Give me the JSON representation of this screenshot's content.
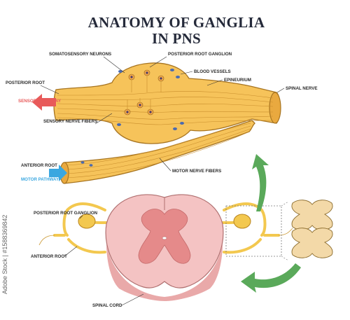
{
  "title": {
    "line1": "ANATOMY OF GANGLIA",
    "line2": "IN PNS"
  },
  "labels": {
    "somatosensory_neurons": "SOMATOSENSORY NEURONS",
    "posterior_root_ganglion_top": "POSTERIOR ROOT GANGLION",
    "blood_vessels": "BLOOD VESSELS",
    "epineurium": "EPINEURIUM",
    "spinal_nerve": "SPINAL NERVE",
    "posterior_root_top": "POSTERIOR ROOT",
    "sensory_pathway": "SENSORY PATHWAY",
    "sensory_nerve_fibers": "SENSORY NERVE FIBERS",
    "anterior_root_top": "ANTERIOR ROOT",
    "motor_pathway": "MOTOR PATHWAY",
    "motor_nerve_fibers": "MOTOR NERVE FIBERS",
    "posterior_root_ganglion_bottom": "POSTERIOR ROOT GANGLION",
    "anterior_root_bottom": "ANTERIOR ROOT",
    "spinal_cord": "SPINAL CORD"
  },
  "watermark": {
    "stock_id": "Adobe Stock | #1588369842"
  },
  "colors": {
    "sensory_arrow": "#e85a5a",
    "motor_arrow": "#3aa7e0",
    "green_arrow": "#5aa95a",
    "nerve_fill": "#f6c35a",
    "cord_outer": "#f2b8b8",
    "cord_grey": "#e79a9a"
  }
}
